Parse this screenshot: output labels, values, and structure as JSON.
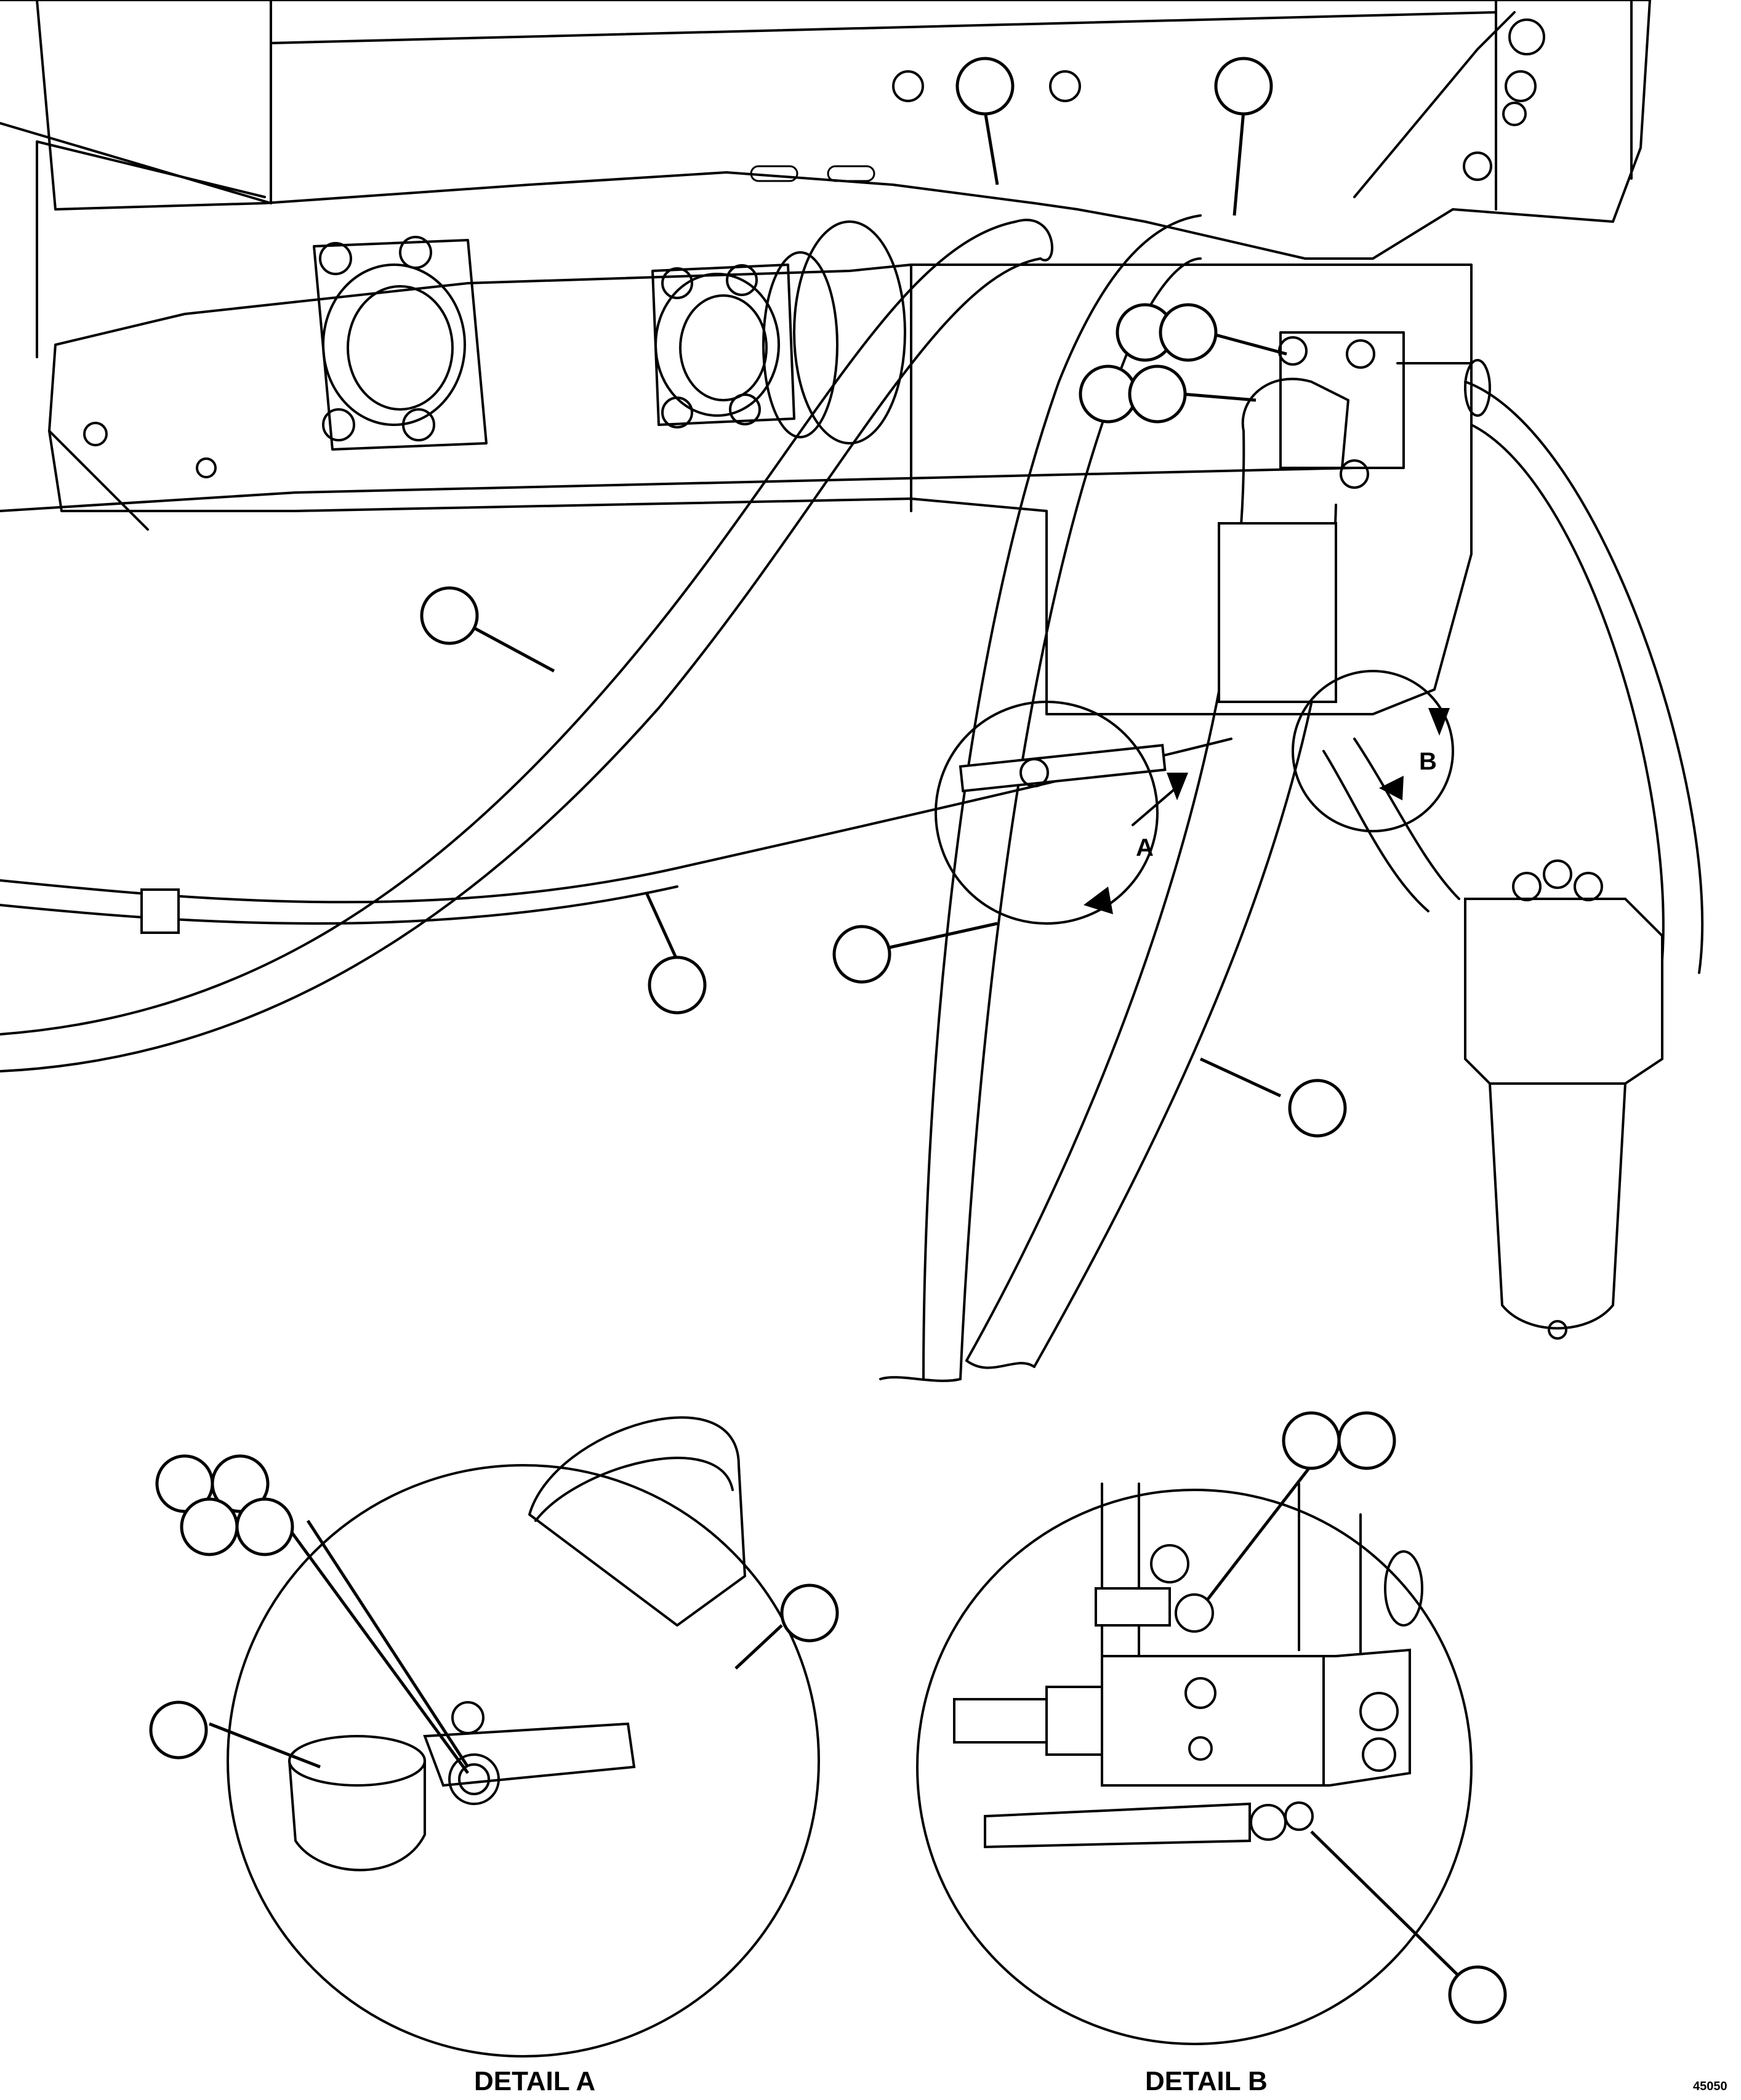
{
  "view_labels": {
    "a": "A",
    "b": "B"
  },
  "details": {
    "a": "DETAIL A",
    "b": "DETAIL B"
  },
  "figure_number": "45050"
}
